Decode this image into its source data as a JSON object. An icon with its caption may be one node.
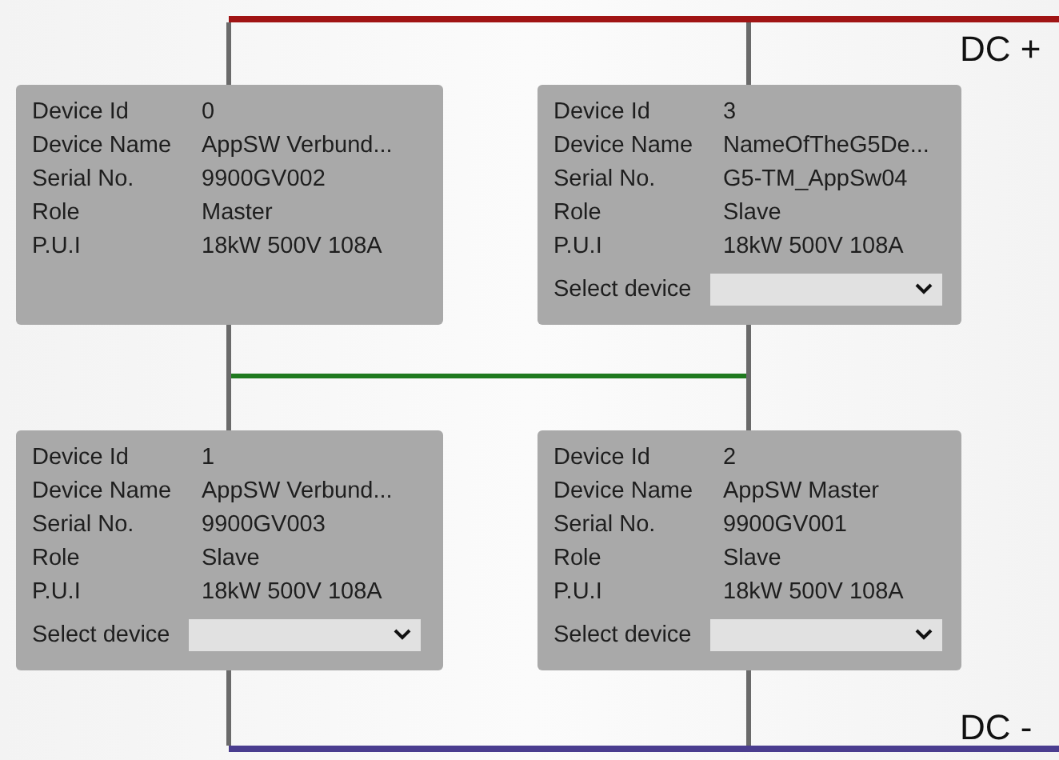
{
  "diagram": {
    "nodes": [
      {
        "text": [],
        "shape": "bar",
        "beside": [
          "DC +"
        ]
      },
      {
        "text": [
          "Device Id",
          "0",
          "Device Name",
          "AppSW Verbund...",
          "Serial No.",
          "9900GV002",
          "Role",
          "Master",
          "P.U.I",
          "18kW 500V 108A"
        ]
      },
      {
        "text": [
          "Device Id",
          "3",
          "Device Name",
          "NameOfTheG5De...",
          "Serial No.",
          "G5-TM_AppSw04",
          "Role",
          "Slave",
          "P.U.I",
          "18kW 500V 108A",
          "Select device"
        ]
      },
      {
        "text": [
          "Device Id",
          "1",
          "Device Name",
          "AppSW Verbund...",
          "Serial No.",
          "9900GV003",
          "Role",
          "Slave",
          "P.U.I",
          "18kW 500V 108A",
          "Select device"
        ]
      },
      {
        "text": [
          "Device Id",
          "2",
          "Device Name",
          "AppSW Master",
          "Serial No.",
          "9900GV001",
          "Role",
          "Slave",
          "P.U.I",
          "18kW 500V 108A",
          "Select device"
        ]
      },
      {
        "text": [],
        "shape": "bar",
        "beside": [
          "DC -"
        ]
      }
    ],
    "edges": [
      {
        "from": 1,
        "to": 2,
        "arrow": "none",
        "color": "#1f7a1f"
      },
      {
        "from": 0,
        "to": 1,
        "arrow": "none"
      },
      {
        "from": 0,
        "to": 2,
        "arrow": "none"
      },
      {
        "from": 1,
        "to": 3,
        "arrow": "none"
      },
      {
        "from": 2,
        "to": 4,
        "arrow": "none"
      },
      {
        "from": 3,
        "to": 5,
        "arrow": "none"
      },
      {
        "from": 4,
        "to": 5,
        "arrow": "none"
      }
    ]
  }
}
